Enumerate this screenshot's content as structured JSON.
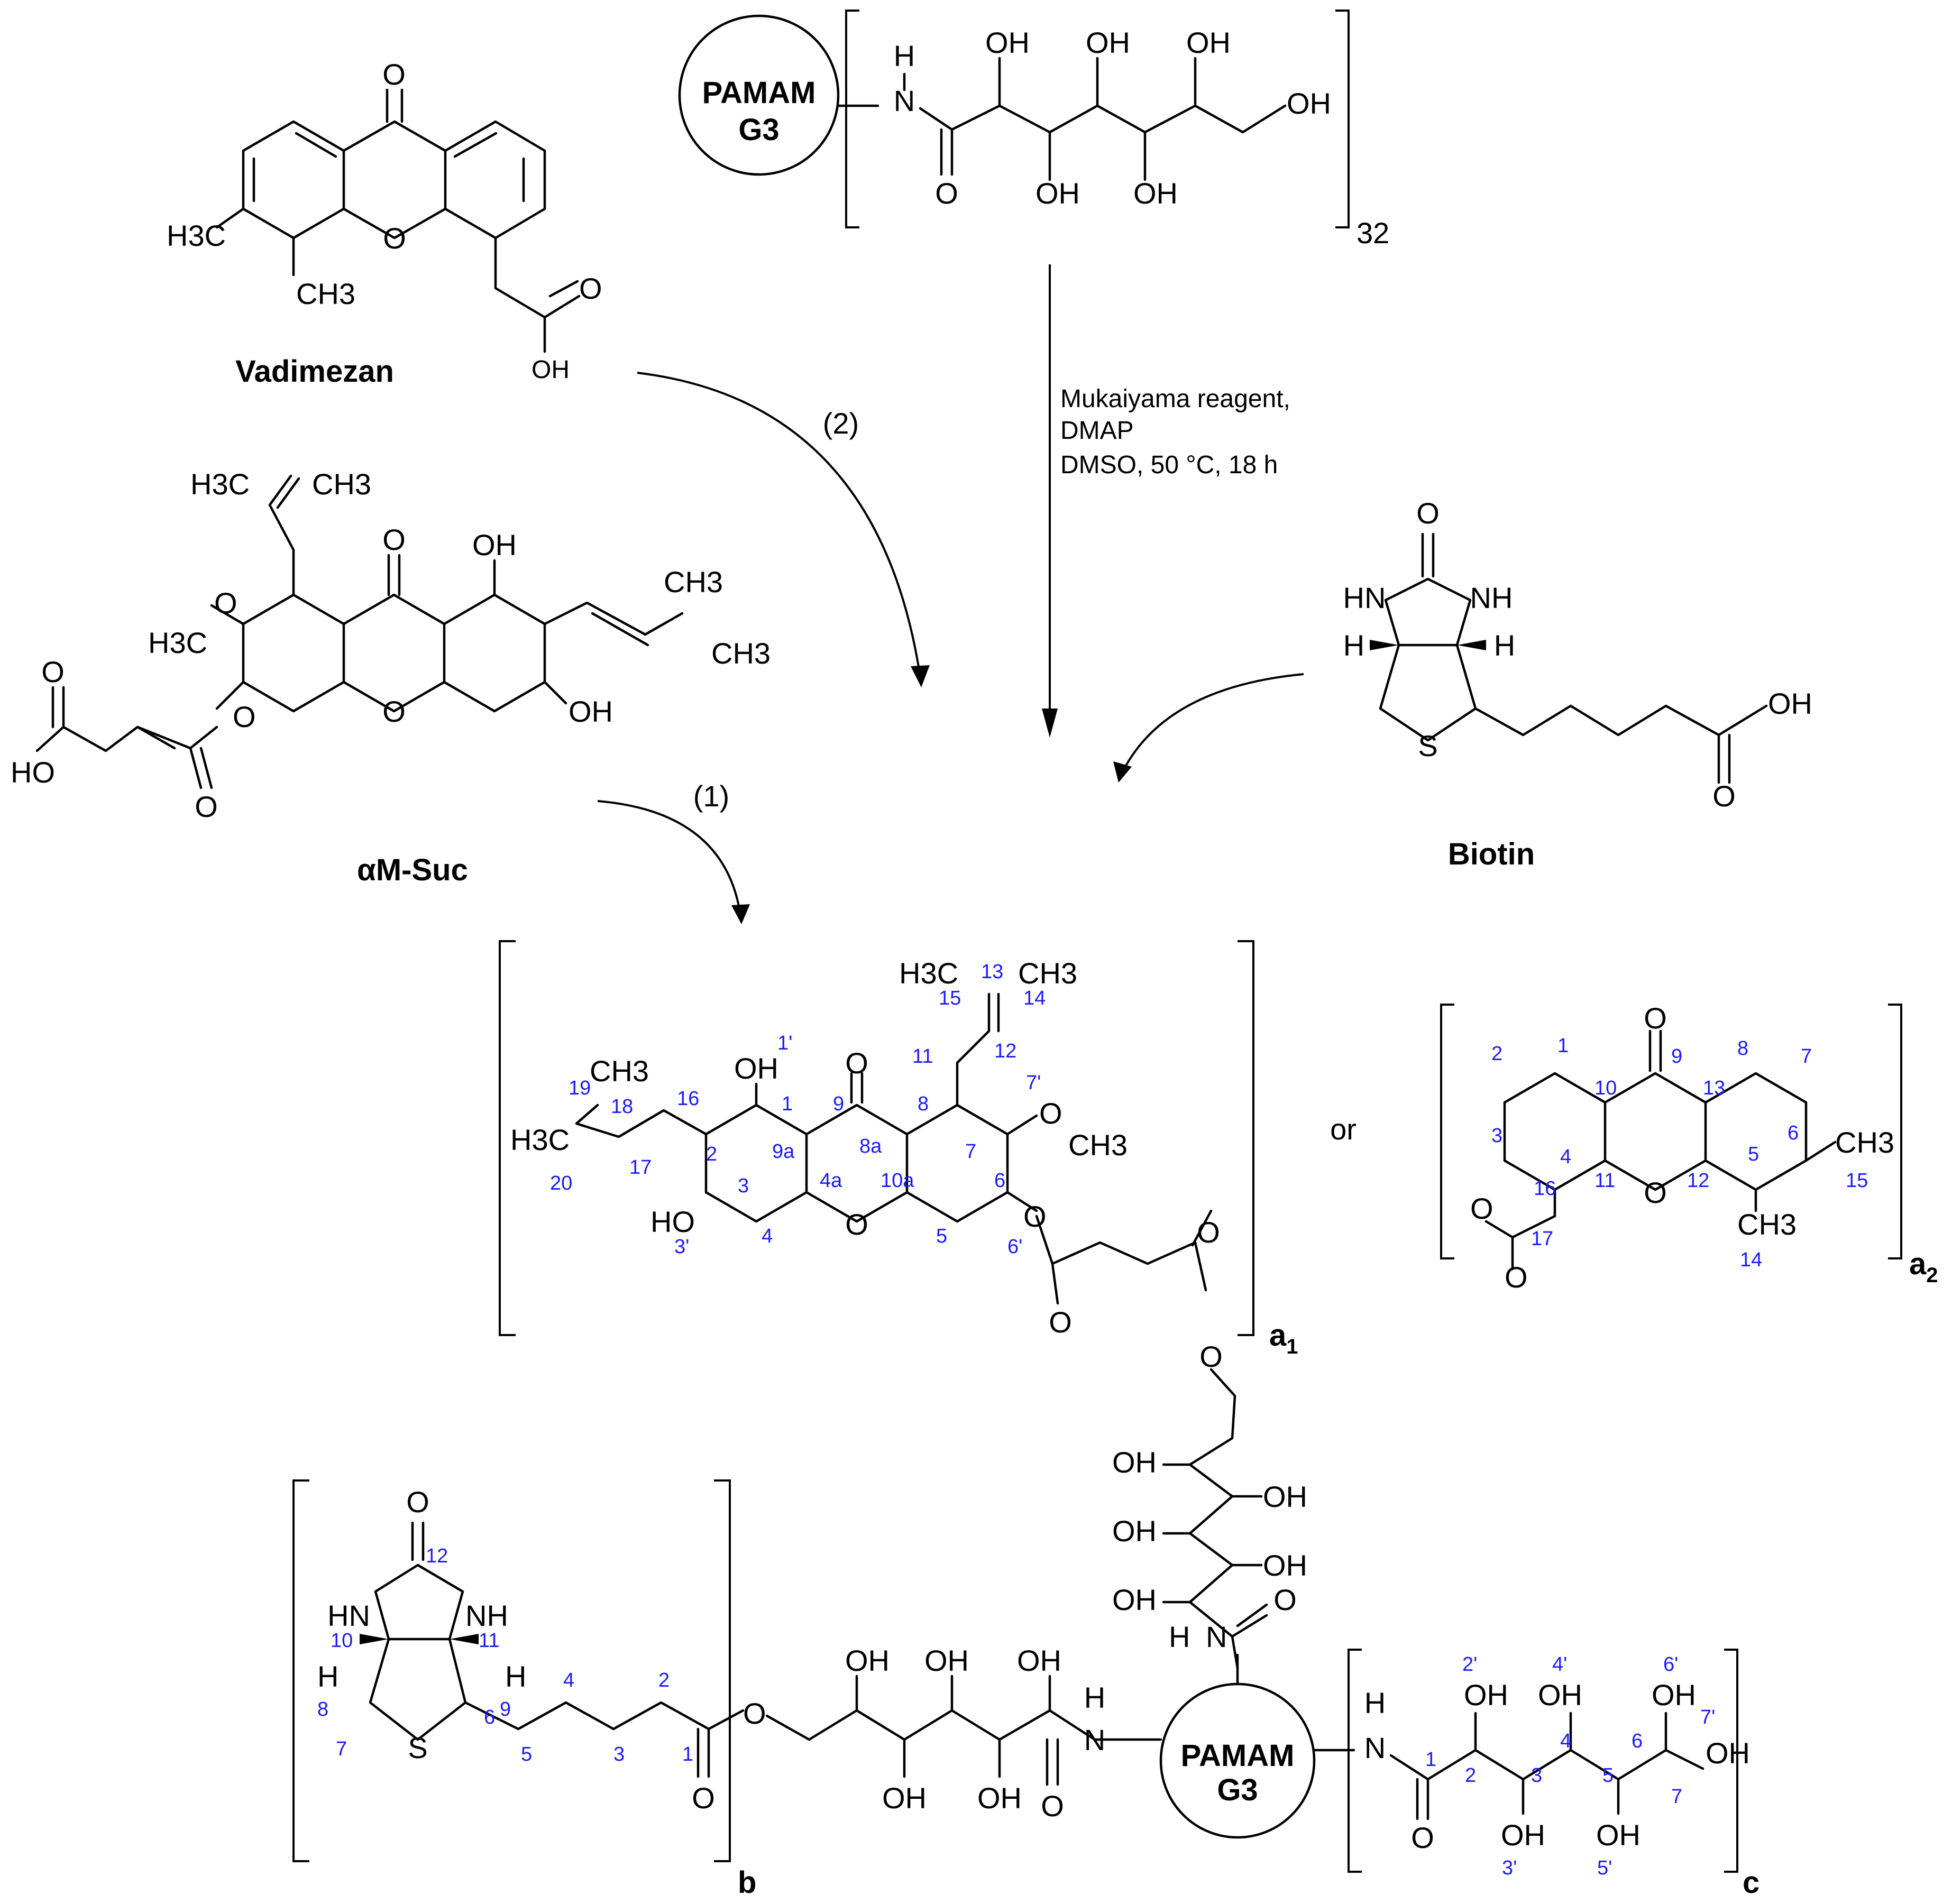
{
  "reagents": {
    "vadimezan": {
      "name": "Vadimezan",
      "methyl_a": "H3C",
      "methyl_b": "CH3",
      "carbonyl_o": "O",
      "ring_o": "O",
      "acid_o": "O",
      "acid_oh": "OH"
    },
    "am_suc": {
      "name": "αM-Suc",
      "methyl_1": "H3C",
      "methyl_2": "CH3",
      "methyl_3": "CH3",
      "methyl_4": "CH3",
      "methoxy": "H3C",
      "oh_1": "OH",
      "oh_2": "OH",
      "ho": "HO",
      "o": "O"
    },
    "biotin": {
      "name": "Biotin",
      "nh_left": "HN",
      "nh_right": "NH",
      "h_left": "H",
      "h_right": "H",
      "s": "S",
      "oh": "OH",
      "o": "O"
    },
    "pamam_top": {
      "label_1": "PAMAM",
      "label_2": "G3",
      "subscript": "32",
      "n": "N",
      "h": "H",
      "oh": "OH",
      "o": "O"
    }
  },
  "conditions": {
    "line_1": "Mukaiyama reagent,",
    "line_2": "DMAP",
    "line_3": "DMSO, 50 °C, 18 h"
  },
  "steps": {
    "step_1": "(1)",
    "step_2": "(2)"
  },
  "product": {
    "or": "or",
    "subscript_a1": "a",
    "subscript_a1_num": "1",
    "subscript_a2": "a",
    "subscript_a2_num": "2",
    "subscript_b": "b",
    "subscript_c": "c",
    "pamam_1": "PAMAM",
    "pamam_2": "G3",
    "am_numbers": [
      "1'",
      "1",
      "9",
      "8a",
      "8",
      "11",
      "12",
      "13",
      "14",
      "15",
      "7'",
      "7",
      "6",
      "6'",
      "5",
      "10a",
      "4a",
      "4",
      "3",
      "3'",
      "2",
      "9a",
      "16",
      "17",
      "18",
      "19",
      "20"
    ],
    "vad_numbers": [
      "1",
      "2",
      "3",
      "4",
      "10",
      "11",
      "12",
      "13",
      "9",
      "8",
      "7",
      "6",
      "5",
      "14",
      "15",
      "16",
      "17"
    ],
    "biotin_numbers": [
      "12",
      "10",
      "11",
      "8",
      "9",
      "7",
      "6",
      "5",
      "4",
      "3",
      "2",
      "1"
    ],
    "gluconyl_numbers": [
      "1",
      "2",
      "2'",
      "3",
      "3'",
      "4",
      "4'",
      "5",
      "5'",
      "6",
      "6'",
      "7",
      "7'"
    ]
  }
}
